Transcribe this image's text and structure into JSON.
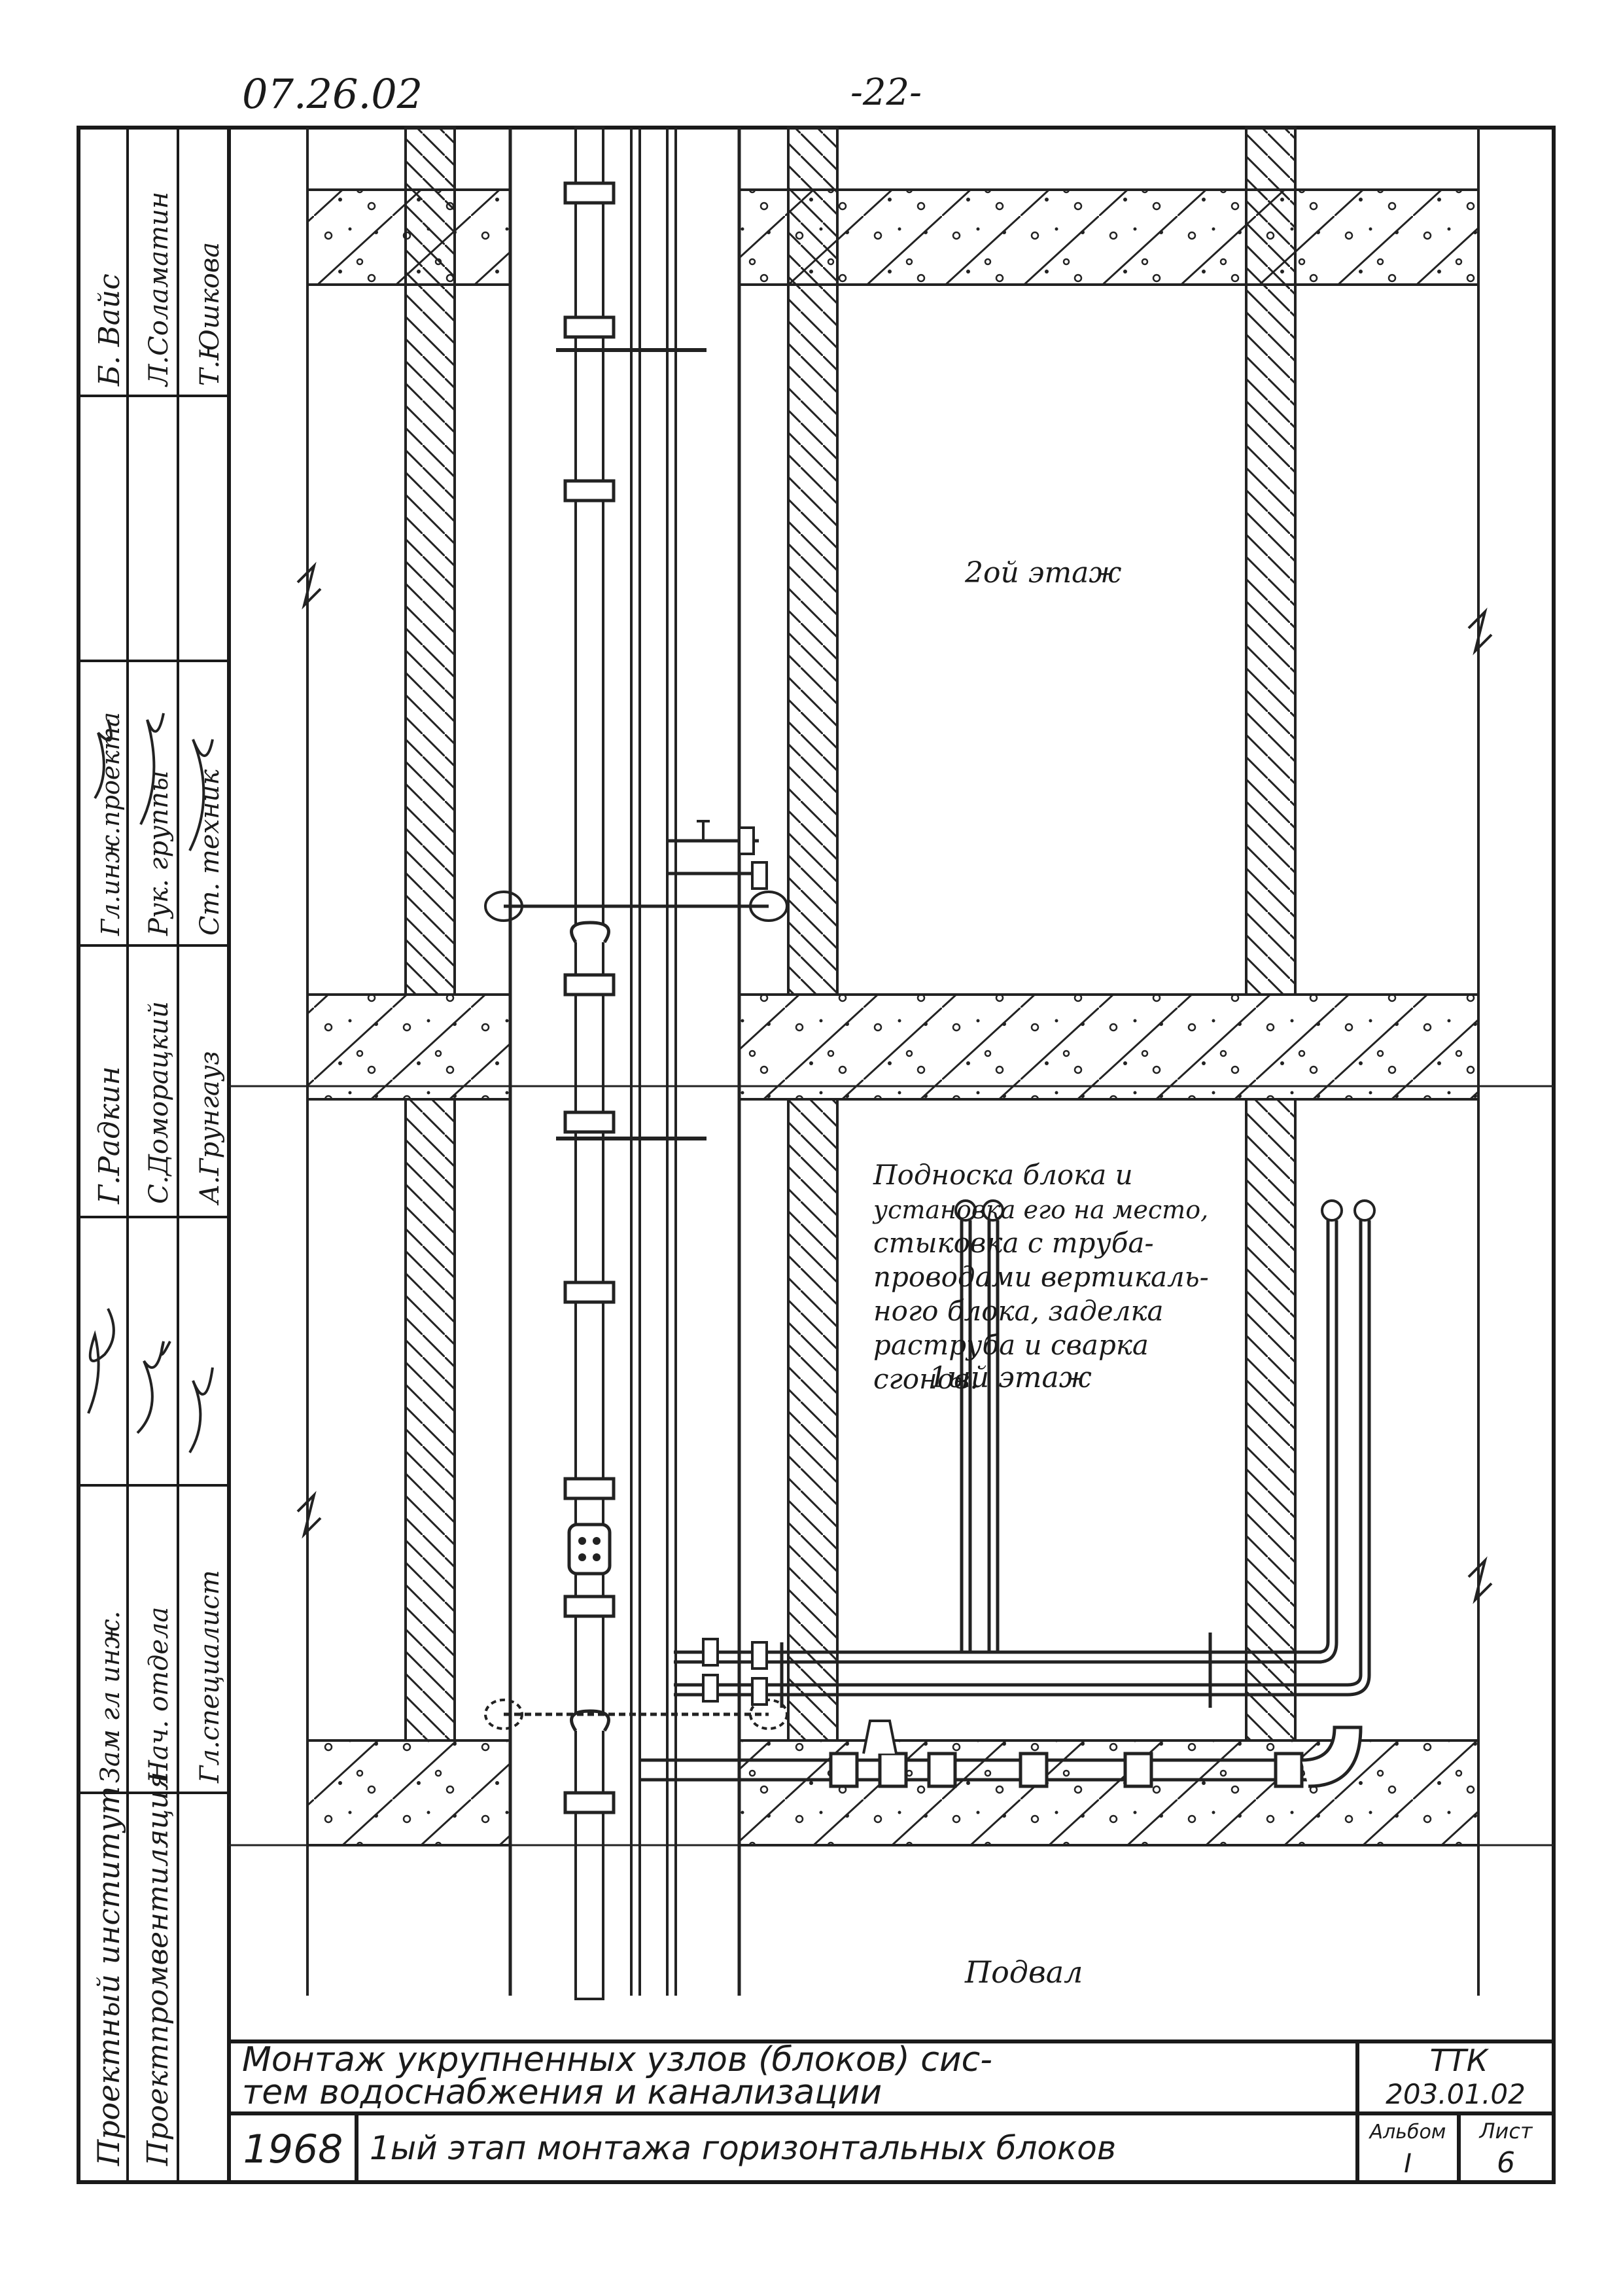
{
  "header": {
    "doc_code": "07.26.02",
    "page_number": "-22-"
  },
  "side_stamp": {
    "organization_1": "Проектный институт",
    "organization_2": "Проектпромвентиляция",
    "roles": [
      [
        "Зам гл инж.",
        "Нач. отдела",
        "Гл.специалист"
      ],
      [
        "Гл.инж.проекта",
        "Рук. группы",
        "Ст. техник"
      ]
    ],
    "names": [
      [
        "Г.Радкин",
        "С.Доморацкий",
        "А.Грунгауз"
      ],
      [
        "Б. Вайс",
        "Л.Соламатин",
        "Т.Юшкова"
      ]
    ]
  },
  "diagram": {
    "floor_2": "2ой этаж",
    "floor_1": "1ый этаж",
    "basement": "Подвал",
    "note_lines": [
      "Подноска блока и",
      "установка его на место,",
      "стыковка с труба-",
      "проводами вертикаль-",
      "ного блока, заделка",
      "раструба и сварка",
      "сгонов."
    ]
  },
  "title_block": {
    "title_line_1": "Монтаж укрупненных узлов (блоков) сис-",
    "title_line_2": "тем водоснабжения и канализации",
    "code_1": "ТТК",
    "code_2": "203.01.02",
    "year": "1968",
    "sheet_title": "1ый этап монтажа горизонтальных блоков",
    "album_label": "Альбом",
    "album_value": "I",
    "sheet_label": "Лист",
    "sheet_value": "6"
  }
}
